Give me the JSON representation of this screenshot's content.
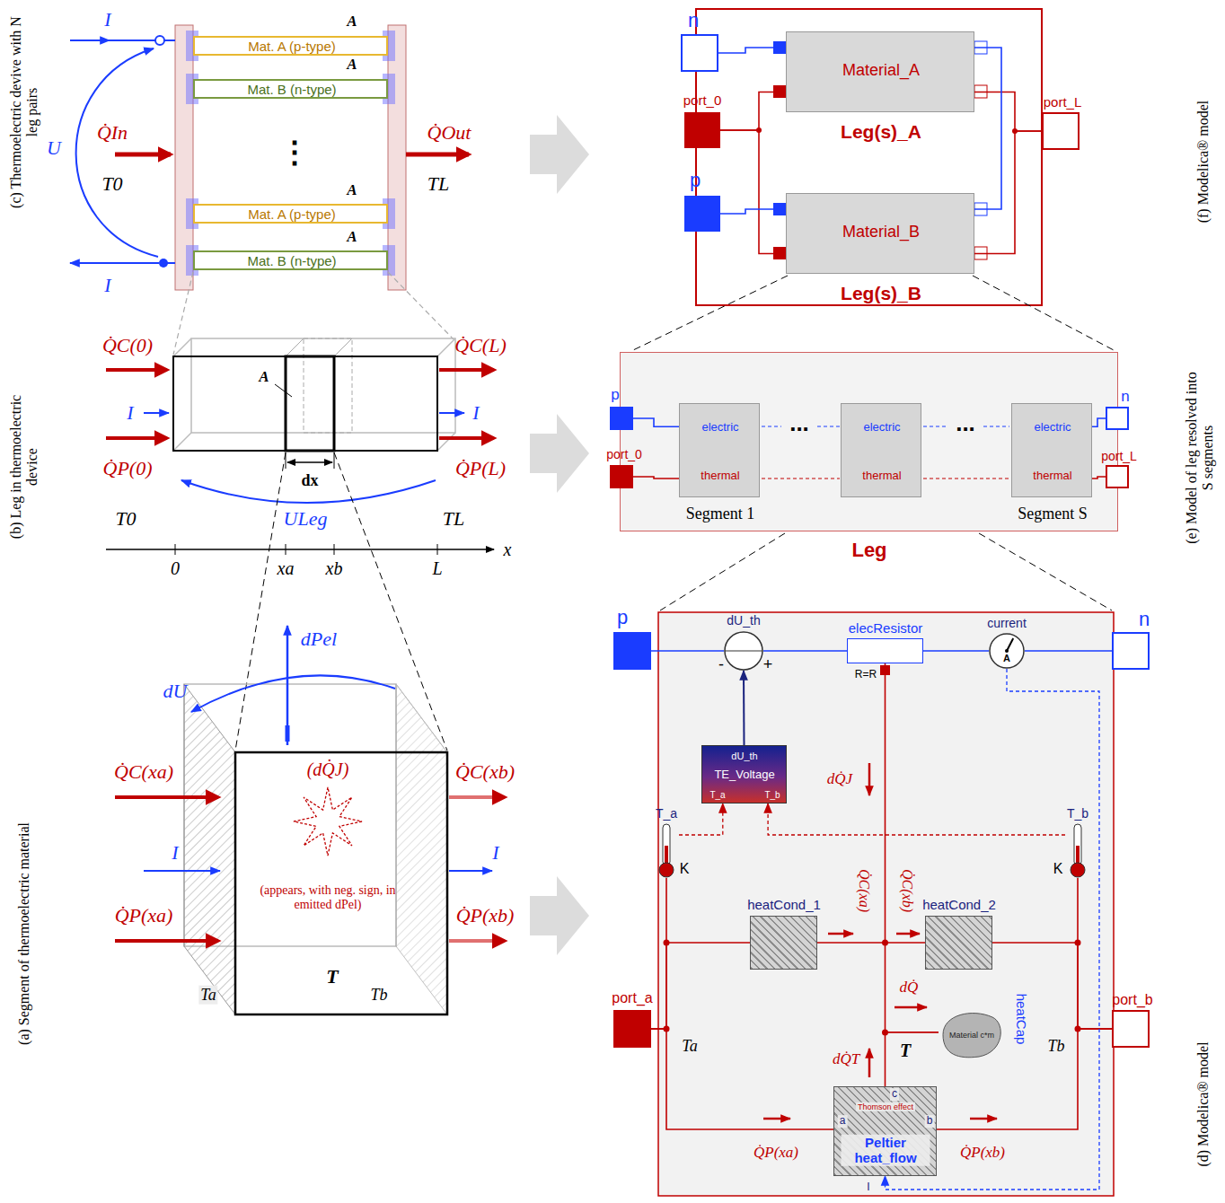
{
  "diagram": {
    "nodes": [
      {
        "text": [
          "Mat. A (p-type)"
        ]
      },
      {
        "text": [
          "Mat. B (n-type)"
        ]
      },
      {
        "text": [
          "Mat. A (p-type)"
        ]
      },
      {
        "text": [
          "Mat. B (n-type)"
        ]
      },
      {
        "text": [
          "n"
        ]
      },
      {
        "text": [
          "port_0"
        ]
      },
      {
        "text": [
          "Material_A",
          "Leg(s)_A"
        ]
      },
      {
        "text": [
          "p"
        ]
      },
      {
        "text": [
          "Material_B",
          "Leg(s)_B"
        ]
      },
      {
        "text": [
          "port_L"
        ]
      },
      {
        "text": [
          "Leg"
        ]
      },
      {
        "text": [
          "p"
        ],
        "in": 10
      },
      {
        "text": [
          "port_0"
        ],
        "in": 10
      },
      {
        "text": [
          "electric",
          "thermal",
          "Segment 1"
        ],
        "in": 10
      },
      {
        "text": [
          "electric",
          "thermal"
        ],
        "in": 10
      },
      {
        "text": [
          "electric",
          "thermal",
          "Segment S"
        ],
        "in": 10
      },
      {
        "text": [
          "n"
        ],
        "in": 10
      },
      {
        "text": [
          "port_L"
        ],
        "in": 10
      },
      {
        "text": [
          "p"
        ]
      },
      {
        "text": [
          "dU_th",
          "-",
          "+"
        ]
      },
      {
        "text": [
          "elecResistor",
          "R=R"
        ]
      },
      {
        "text": [
          "current",
          "A"
        ]
      },
      {
        "text": [
          "n"
        ]
      },
      {
        "text": [
          "dU_th",
          "TE_Voltage",
          "T_a",
          "T_b"
        ]
      },
      {
        "text": [
          "T_a",
          "K"
        ]
      },
      {
        "text": [
          "T_b",
          "K"
        ]
      },
      {
        "text": [
          "heatCond_1"
        ]
      },
      {
        "text": [
          "heatCond_2"
        ]
      },
      {
        "text": [
          "port_a"
        ]
      },
      {
        "text": [
          "Material c*m",
          "heatCap"
        ]
      },
      {
        "text": [
          "port_b"
        ]
      },
      {
        "text": [
          "Thomson effect",
          "Peltier heat_flow",
          "a",
          "b",
          "c",
          "I"
        ]
      }
    ],
    "edges": [
      {
        "from": 4,
        "to": 6,
        "arrow": "none"
      },
      {
        "from": 7,
        "to": 8,
        "arrow": "none"
      },
      {
        "from": 6,
        "to": 8,
        "arrow": "none"
      },
      {
        "from": 5,
        "to": 6,
        "arrow": "none"
      },
      {
        "from": 5,
        "to": 8,
        "arrow": "none"
      },
      {
        "from": 6,
        "to": 9,
        "arrow": "none"
      },
      {
        "from": 8,
        "to": 9,
        "arrow": "none"
      },
      {
        "from": 11,
        "to": 13,
        "arrow": "none"
      },
      {
        "from": 12,
        "to": 13,
        "arrow": "none"
      },
      {
        "from": 15,
        "to": 16,
        "arrow": "none"
      },
      {
        "from": 15,
        "to": 17,
        "arrow": "none"
      },
      {
        "from": 18,
        "to": 19,
        "arrow": "none"
      },
      {
        "from": 19,
        "to": 20,
        "arrow": "none"
      },
      {
        "from": 20,
        "to": 21,
        "arrow": "none"
      },
      {
        "from": 21,
        "to": 22,
        "arrow": "none"
      },
      {
        "from": 23,
        "to": 19,
        "arrow": "to"
      },
      {
        "from": 24,
        "to": 23,
        "arrow": "to"
      },
      {
        "from": 25,
        "to": 23,
        "arrow": "to"
      },
      {
        "from": 21,
        "to": 31,
        "arrow": "to"
      },
      {
        "from": 28,
        "to": 26,
        "arrow": "none"
      },
      {
        "from": 26,
        "to": 27,
        "arrow": "none"
      },
      {
        "from": 27,
        "to": 30,
        "arrow": "none"
      },
      {
        "from": 28,
        "to": 24,
        "arrow": "none"
      },
      {
        "from": 30,
        "to": 25,
        "arrow": "none"
      },
      {
        "from": 28,
        "to": 31,
        "arrow": "none"
      },
      {
        "from": 31,
        "to": 30,
        "arrow": "none"
      },
      {
        "from": 20,
        "to": 29,
        "arrow": "none"
      },
      {
        "from": 31,
        "to": 29,
        "arrow": "none"
      }
    ],
    "labels": [
      "(c) Thermoelectric devive with N leg pairs",
      "(b) Leg in thermoelectric device",
      "(a) Segment of thermoelectric material",
      "(f) Modelica® model",
      "(e) Model of leg resolved into S segments",
      "(d) Modelica® model",
      "I",
      "U",
      "Q̇In",
      "T0",
      "I",
      "Q̇Out",
      "TL",
      "A",
      "A",
      "A",
      "A",
      "⋮",
      "Q̇C(0)",
      "I",
      "Q̇P(0)",
      "ULeg",
      "T0",
      "Q̇C(L)",
      "I",
      "Q̇P(L)",
      "TL",
      "A",
      "dx",
      "0",
      "xa",
      "xb",
      "L",
      "x",
      "dPel",
      "dU",
      "Q̇C(xa)",
      "I",
      "Q̇P(xa)",
      "(dQ̇J)",
      "(appears, with neg. sign, in emitted dPel)",
      "Ta",
      "T",
      "Tb",
      "Q̇C(xb)",
      "I",
      "Q̇P(xb)",
      "...",
      "...",
      "dQ̇J",
      "Q̇C(xa)",
      "Q̇C(xb)",
      "dQ̇",
      "dQ̇T",
      "T",
      "Ta",
      "Tb",
      "Q̇P(xa)",
      "Q̇P(xb)"
    ]
  }
}
